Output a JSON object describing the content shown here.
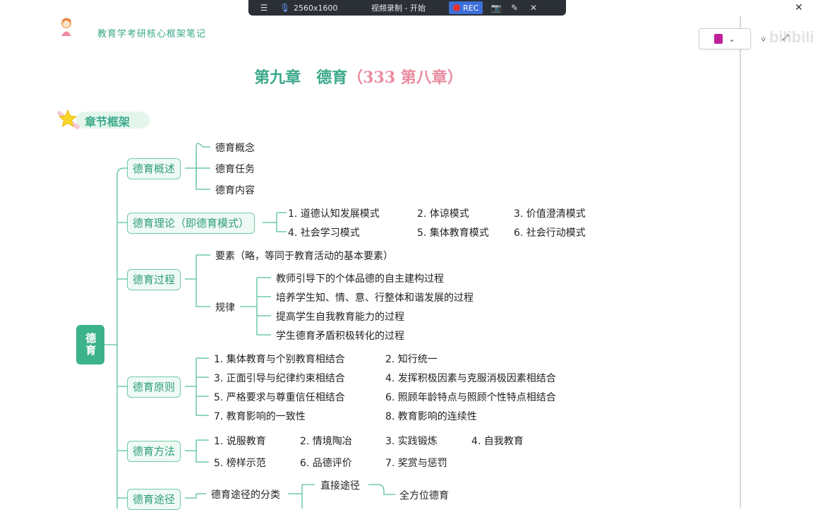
{
  "recorder": {
    "menu_icon": "menu-icon",
    "mic_icon": "mic-icon",
    "resolution": "2560x1600",
    "status": "视频录制 - 开始",
    "rec_label": "REC",
    "camera_icon": "camera-icon",
    "pen_icon": "pen-icon",
    "close_icon": "close-icon"
  },
  "window": {
    "close_glyph": "✕",
    "fav_icon": "bookmark-icon",
    "chevron": "⌄",
    "filter_glyph": "⩒",
    "expand_glyph": "⤢"
  },
  "header": {
    "title": "教育学考研核心框架笔记"
  },
  "chapter": {
    "title_main": "第九章　德育",
    "title_sub": "（333 第八章）"
  },
  "section": {
    "label": "章节框架"
  },
  "mindmap": {
    "root": "德育",
    "overview": {
      "label": "德育概述",
      "items": [
        "德育概念",
        "德育任务",
        "德育内容"
      ]
    },
    "theory": {
      "label": "德育理论（即德育模式）",
      "row1": [
        "1. 道德认知发展模式",
        "2. 体谅模式",
        "3. 价值澄清模式"
      ],
      "row2": [
        "4. 社会学习模式",
        "5. 集体教育模式",
        "6. 社会行动模式"
      ]
    },
    "process": {
      "label": "德育过程",
      "elements": "要素（略，等同于教育活动的基本要素）",
      "law_label": "规律",
      "laws": [
        "教师引导下的个体品德的自主建构过程",
        "培养学生知、情、意、行整体和谐发展的过程",
        "提高学生自我教育能力的过程",
        "学生德育矛盾积极转化的过程"
      ]
    },
    "principles": {
      "label": "德育原则",
      "col1": [
        "1. 集体教育与个别教育相结合",
        "3. 正面引导与纪律约束相结合",
        "5. 严格要求与尊重信任相结合",
        "7. 教育影响的一致性"
      ],
      "col2": [
        "2. 知行统一",
        "4. 发挥积极因素与克服消极因素相结合",
        "6. 照顾年龄特点与照顾个性特点相结合",
        "8. 教育影响的连续性"
      ]
    },
    "methods": {
      "label": "德育方法",
      "row1": [
        "1. 说服教育",
        "2. 情境陶冶",
        "3. 实践锻炼",
        "4. 自我教育"
      ],
      "row2": [
        "5. 榜样示范",
        "6. 品德评价",
        "7. 奖赏与惩罚"
      ]
    },
    "paths": {
      "label": "德育途径",
      "classify": "德育途径的分类",
      "direct": "直接途径",
      "all_round": "全方位德育"
    }
  }
}
